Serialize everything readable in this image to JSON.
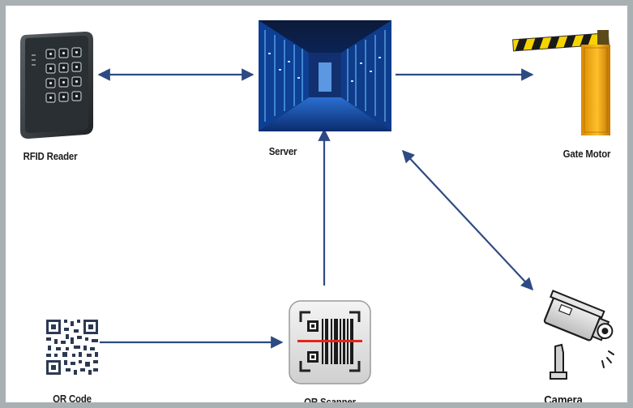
{
  "nodes": {
    "rfid": {
      "label": "RFID Reader",
      "icon": "rfid-keypad-icon"
    },
    "server": {
      "label": "Server",
      "icon": "server-room-icon"
    },
    "gate": {
      "label": "Gate Motor",
      "icon": "boom-barrier-icon"
    },
    "qrcode": {
      "label": "QR Code",
      "icon": "qr-code-icon"
    },
    "scanner": {
      "label": "QR Scanner",
      "icon": "barcode-scanner-icon"
    },
    "camera": {
      "label": "Camera",
      "icon": "security-camera-icon"
    }
  },
  "edges": [
    {
      "from": "RFID Reader",
      "to": "Server",
      "direction": "both"
    },
    {
      "from": "Server",
      "to": "Gate Motor",
      "direction": "forward"
    },
    {
      "from": "QR Code",
      "to": "QR Scanner",
      "direction": "forward"
    },
    {
      "from": "QR Scanner",
      "to": "Server",
      "direction": "forward"
    },
    {
      "from": "Server",
      "to": "Camera",
      "direction": "both"
    }
  ],
  "colors": {
    "arrow": "#2e4a85",
    "frame": "#a9b0b3"
  }
}
